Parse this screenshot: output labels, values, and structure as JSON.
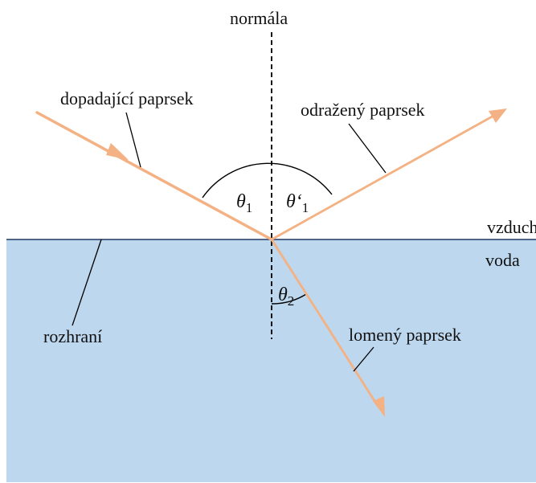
{
  "labels": {
    "normal": "normála",
    "incident_ray": "dopadající paprsek",
    "reflected_ray": "odražený paprsek",
    "refracted_ray": "lomený paprsek",
    "interface": "rozhraní",
    "upper_medium": "vzduch",
    "lower_medium": "voda"
  },
  "angles": {
    "incidence": {
      "symbol": "θ",
      "subscript": "1"
    },
    "reflection": {
      "symbol": "θ‘",
      "subscript": "1"
    },
    "refraction": {
      "symbol": "θ",
      "subscript": "2"
    }
  },
  "colors": {
    "water": "#bdd7ee",
    "ray": "#f4b183",
    "line": "#000000",
    "interface_line": "#1f3864"
  }
}
